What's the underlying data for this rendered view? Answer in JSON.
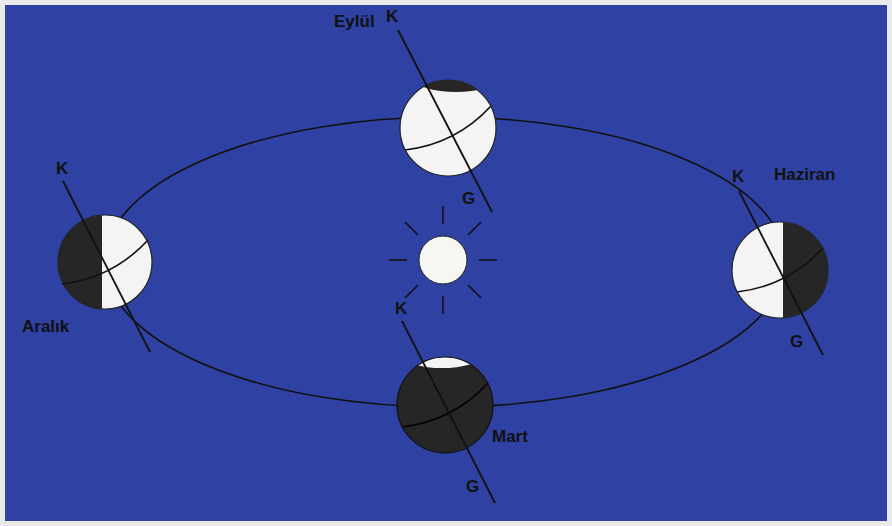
{
  "diagram": {
    "labels": [
      "K",
      "Eylül",
      "K",
      "K",
      "Haziran",
      "G",
      "Aralık",
      "K",
      "Mart",
      "G",
      "G"
    ]
  }
}
